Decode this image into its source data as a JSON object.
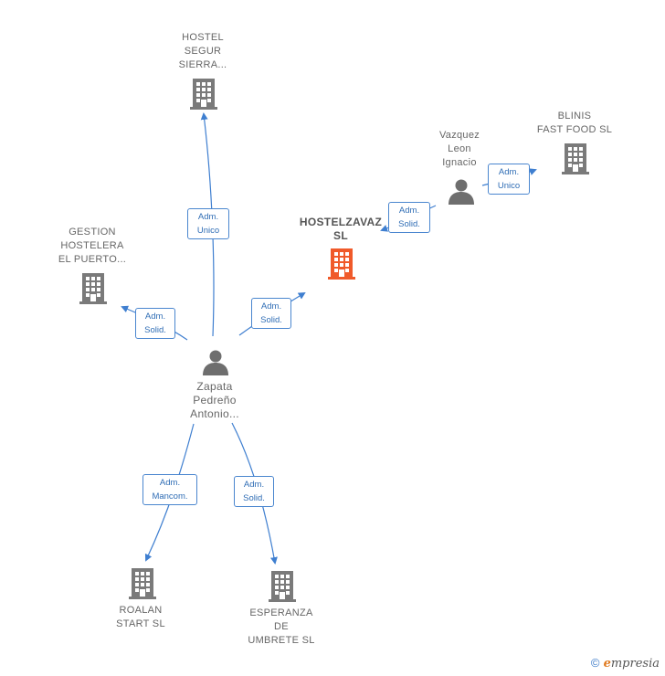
{
  "colors": {
    "edge": "#3f7fd0",
    "building": "#7a7a7a",
    "main_building": "#f05a2a",
    "person": "#6e6e6e"
  },
  "nodes": {
    "hostel_segur": "HOSTEL\nSEGUR\nSIERRA...",
    "gestion": "GESTION\nHOSTELERA\nEL PUERTO...",
    "hostelzavaz": "HOSTELZAVAZ\nSL",
    "vazquez": "Vazquez\nLeon\nIgnacio",
    "blinis": "BLINIS\nFAST FOOD  SL",
    "zapata": "Zapata\nPedreño\nAntonio...",
    "roalan": "ROALAN\nSTART  SL",
    "esperanza": "ESPERANZA\nDE\nUMBRETE  SL"
  },
  "roles": {
    "to_hostel_segur": "Adm.\nUnico",
    "to_gestion": "Adm.\nSolid.",
    "to_hostelzavaz_zapata": "Adm.\nSolid.",
    "to_hostelzavaz_vazquez": "Adm.\nSolid.",
    "to_blinis": "Adm.\nUnico",
    "to_roalan": "Adm.\nMancom.",
    "to_esperanza": "Adm.\nSolid."
  },
  "brand": {
    "copyright": "©",
    "name": "mpresia",
    "initial": "e"
  }
}
